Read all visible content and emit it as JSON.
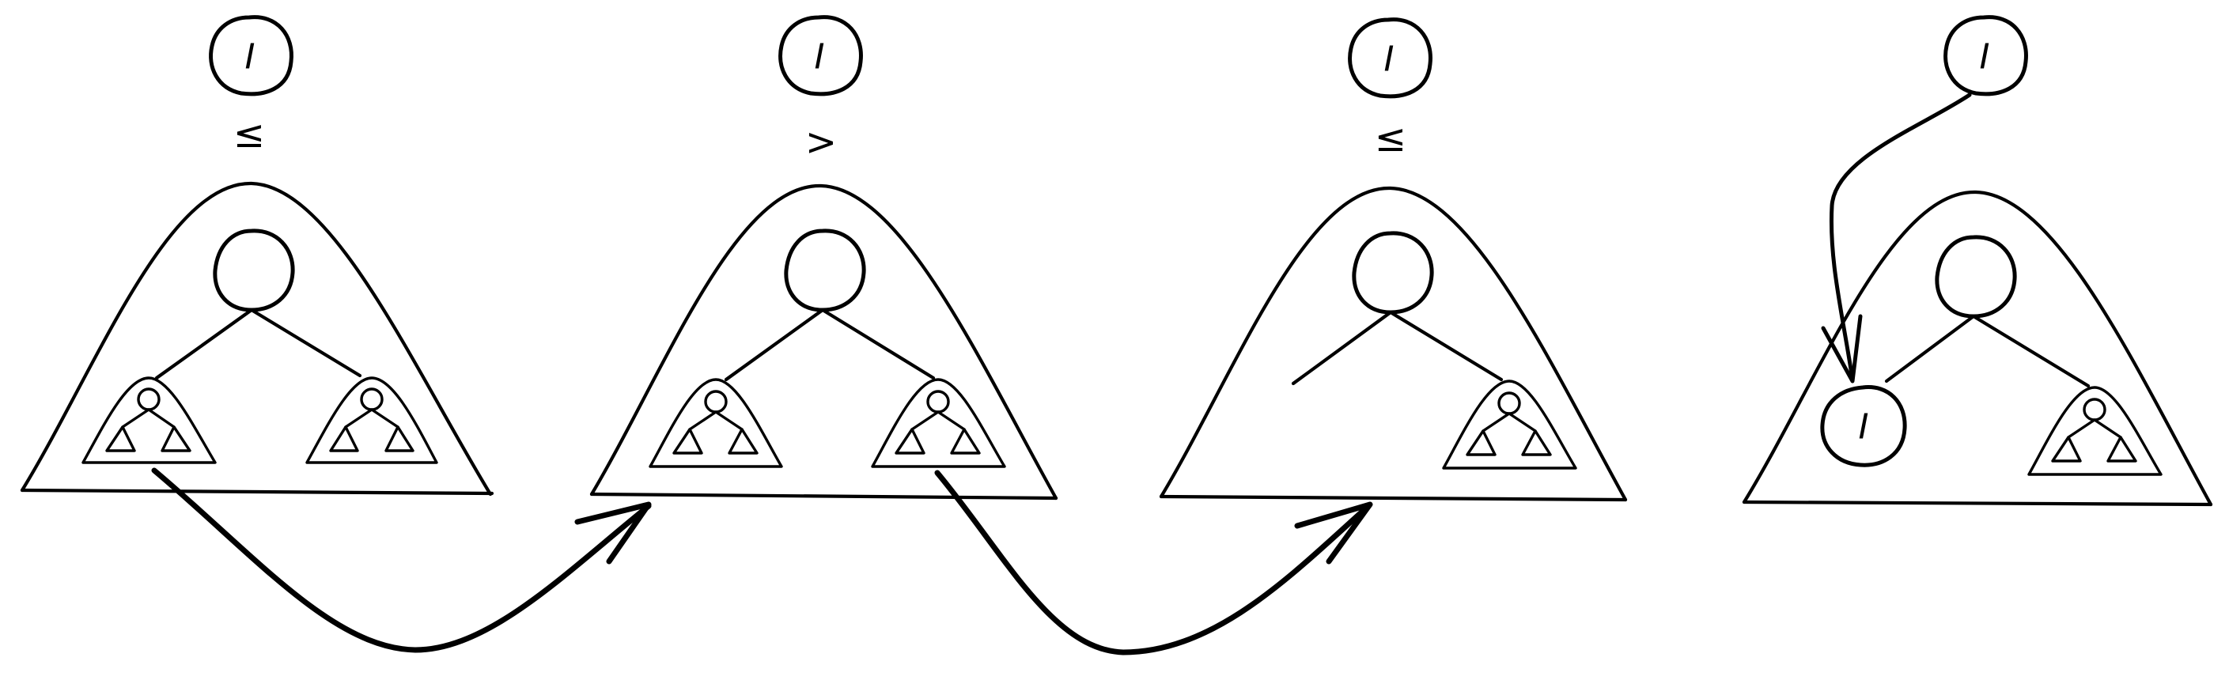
{
  "insert_node_label": "I",
  "steps": [
    {
      "comparison": "≤",
      "direction": "left"
    },
    {
      "comparison": ">",
      "direction": "right"
    },
    {
      "comparison": "≤",
      "direction": "left"
    },
    {
      "comparison": "",
      "direction": "insert"
    }
  ],
  "colors": {
    "stroke": "#000000",
    "background": "#ffffff"
  }
}
